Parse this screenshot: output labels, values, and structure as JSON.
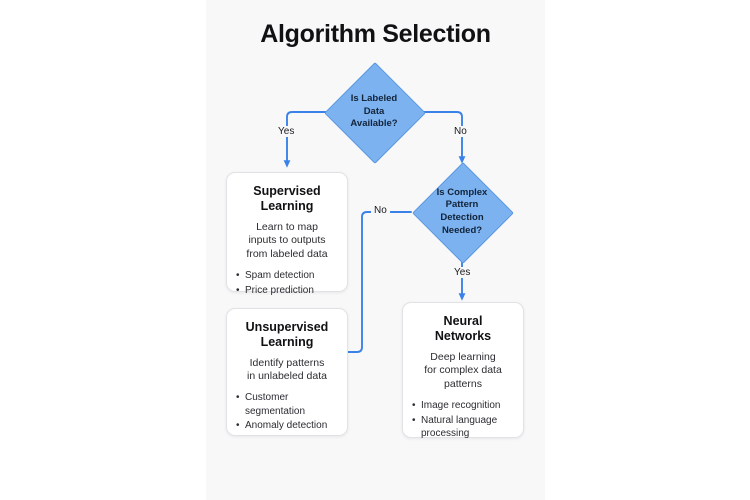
{
  "page": {
    "background": "#ffffff",
    "canvas_background": "#f8f8f9",
    "accent": "#3b82e8",
    "decision_fill": "#7cb2ef",
    "title": "Algorithm Selection"
  },
  "diagram": {
    "type": "flowchart",
    "nodes": [
      {
        "id": "d1",
        "shape": "diamond",
        "label": "Is Labeled\nData\nAvailable?",
        "lines": [
          "Is Labeled",
          "Data",
          "Available?"
        ]
      },
      {
        "id": "supervised",
        "shape": "process",
        "title": "Supervised\nLearning",
        "title_lines": [
          "Supervised",
          "Learning"
        ],
        "desc": "Learn to map inputs to outputs from labeled data",
        "desc_lines": [
          "Learn to map",
          "inputs to outputs",
          "from labeled data"
        ],
        "bullets": [
          "Spam detection",
          "Price prediction"
        ]
      },
      {
        "id": "d2",
        "shape": "diamond",
        "label": "Is Complex\nPattern\nDetection\nNeeded?",
        "lines": [
          "Is Complex",
          "Pattern",
          "Detection",
          "Needed?"
        ]
      },
      {
        "id": "unsupervised",
        "shape": "process",
        "title": "Unsupervised\nLearning",
        "title_lines": [
          "Unsupervised",
          "Learning"
        ],
        "desc": "Identify patterns in unlabeled data",
        "desc_lines": [
          "Identify patterns",
          "in unlabeled data"
        ],
        "bullets": [
          "Customer segmentation",
          "Anomaly detection"
        ]
      },
      {
        "id": "neural",
        "shape": "process",
        "title": "Neural\nNetworks",
        "title_lines": [
          "Neural",
          "Networks"
        ],
        "desc": "Deep learning for complex data patterns",
        "desc_lines": [
          "Deep learning",
          "for complex data",
          "patterns"
        ],
        "bullets": [
          "Image recognition",
          "Natural language processing"
        ]
      }
    ],
    "edges": [
      {
        "id": "e1",
        "from": "d1",
        "to": "supervised",
        "label": "Yes"
      },
      {
        "id": "e2",
        "from": "d1",
        "to": "d2",
        "label": "No"
      },
      {
        "id": "e3",
        "from": "d2",
        "to": "unsupervised",
        "label": "No"
      },
      {
        "id": "e4",
        "from": "d2",
        "to": "neural",
        "label": "Yes"
      }
    ]
  }
}
